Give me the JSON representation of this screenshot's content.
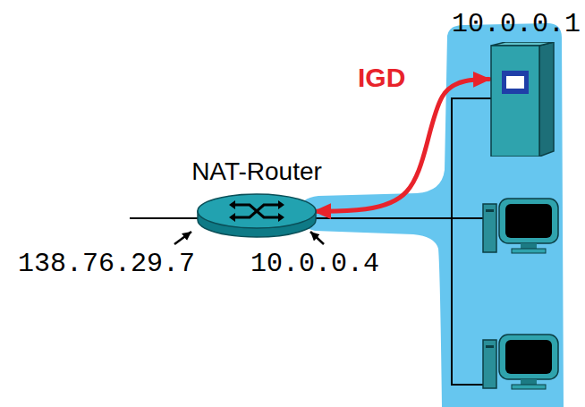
{
  "diagram": {
    "nodes": [
      {
        "text": [
          "10.0.0.1"
        ]
      },
      {
        "text": [
          "NAT-Router"
        ]
      }
    ],
    "edges": [
      {
        "from": 0,
        "to": 1,
        "arrow": "both",
        "label": "IGD"
      }
    ],
    "labels": [
      "138.76.29.7",
      "10.0.0.4"
    ]
  }
}
